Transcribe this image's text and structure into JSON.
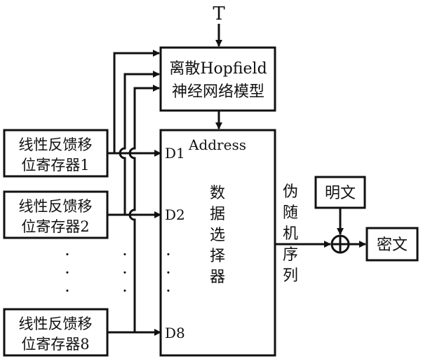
{
  "input": {
    "label": "T"
  },
  "hopfield": {
    "line1": "离散Hopfield",
    "line2": "神经网络模型"
  },
  "lfsrs": [
    {
      "line1": "线性反馈移",
      "line2": "位寄存器1",
      "port": "D1"
    },
    {
      "line1": "线性反馈移",
      "line2": "位寄存器2",
      "port": "D2"
    },
    {
      "line1": "线性反馈移",
      "line2": "位寄存器8",
      "port": "D8"
    }
  ],
  "selector": {
    "address": "Address",
    "title_chars": [
      "数",
      "据",
      "选",
      "择",
      "器"
    ]
  },
  "prng": {
    "chars": [
      "伪",
      "随",
      "机",
      "序",
      "列"
    ]
  },
  "plaintext": {
    "label": "明文"
  },
  "ciphertext": {
    "label": "密文"
  },
  "ellipsis": "·"
}
